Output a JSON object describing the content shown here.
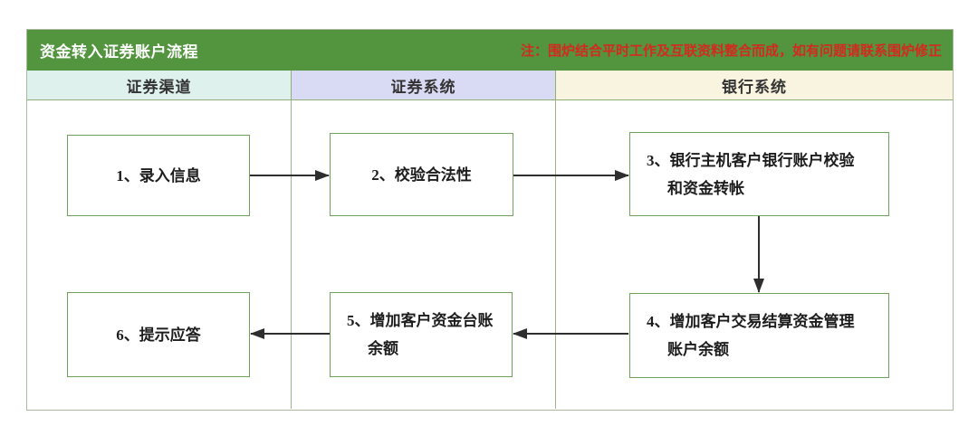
{
  "header": {
    "title": "资金转入证券账户流程",
    "note": "注：围炉结合平时工作及互联资料整合而成，如有问题请联系围炉修正"
  },
  "lanes": [
    {
      "label": "证券渠道"
    },
    {
      "label": "证券系统"
    },
    {
      "label": "银行系统"
    }
  ],
  "nodes": [
    {
      "id": "1",
      "lane": "证券渠道",
      "lines": [
        "1、录入信息"
      ]
    },
    {
      "id": "2",
      "lane": "证券系统",
      "lines": [
        "2、校验合法性"
      ]
    },
    {
      "id": "3",
      "lane": "银行系统",
      "lines": [
        "3、银行主机客户银行账户校验",
        "和资金转帐"
      ]
    },
    {
      "id": "4",
      "lane": "银行系统",
      "lines": [
        "4、增加客户交易结算资金管理",
        "账户余额"
      ]
    },
    {
      "id": "5",
      "lane": "证券系统",
      "lines": [
        "5、增加客户资金台账",
        "余额"
      ]
    },
    {
      "id": "6",
      "lane": "证券渠道",
      "lines": [
        "6、提示应答"
      ]
    }
  ],
  "edges": [
    {
      "from": "1",
      "to": "2"
    },
    {
      "from": "2",
      "to": "3"
    },
    {
      "from": "3",
      "to": "4"
    },
    {
      "from": "4",
      "to": "5"
    },
    {
      "from": "5",
      "to": "6"
    }
  ],
  "colors": {
    "title_bar_bg": "#53943f",
    "title_text": "#ffffff",
    "note_text": "#d42a1e",
    "lane1_header_bg": "#def1ec",
    "lane2_header_bg": "#d9daf3",
    "lane3_header_bg": "#f8f4df",
    "box_border": "#6fa35a",
    "divider": "#9fb48c",
    "arrow": "#2e2e2e"
  }
}
